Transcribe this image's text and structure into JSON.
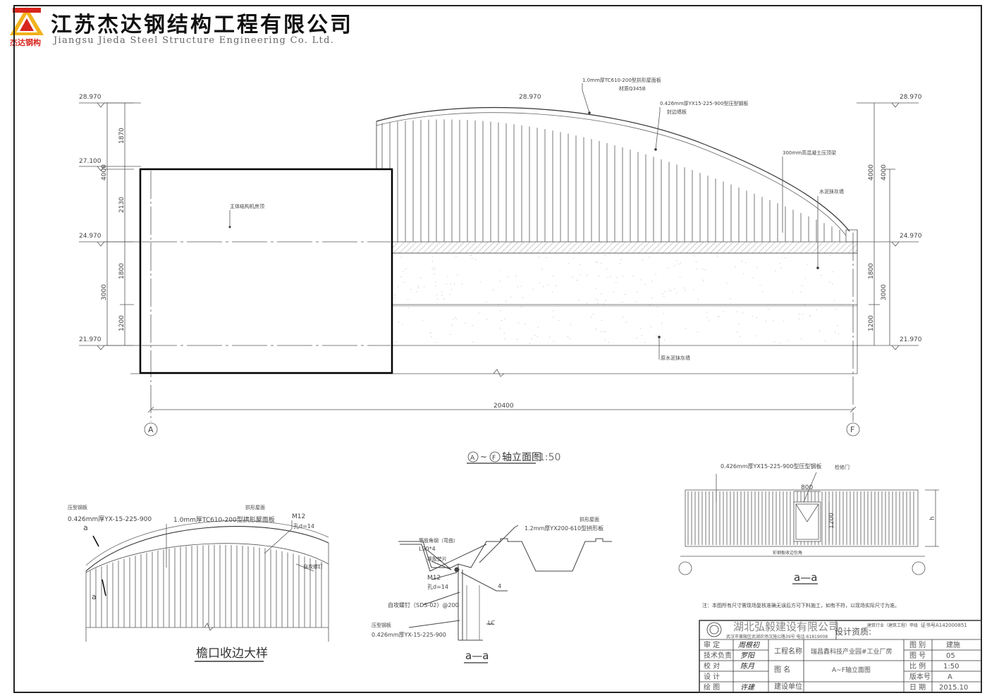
{
  "company": {
    "name_cn": "江苏杰达钢结构工程有限公司",
    "name_en": "Jiangsu Jieda Steel Structure Engineering Co. Ltd.",
    "logo_text": "杰达钢构"
  },
  "elevation": {
    "levels_left": [
      "28.970",
      "27.100",
      "24.970",
      "21.970"
    ],
    "levels_right": [
      "28.970",
      "24.970",
      "21.970"
    ],
    "level_top_center": "28.970",
    "dims_left_outer": [
      "4000",
      "3000"
    ],
    "dims_left_inner": [
      "1870",
      "2130",
      "1800",
      "1200"
    ],
    "dims_right_outer": [
      "4000",
      "3000"
    ],
    "dims_right_inner": [
      "4000",
      "1800",
      "1200"
    ],
    "labels": {
      "roof_panel_1": "1.0mm厚TC610-200型拱形屋面板",
      "roof_panel_2": "材质Q345B",
      "wall_panel_1": "0.426mm厚YX15-225-900型压型钢板",
      "wall_panel_2": "封边墙板",
      "parapet": "300mm高混凝土压顶梁",
      "cement_wall": "水泥抹灰墙",
      "main_roof": "主体结构机房顶",
      "lower_wall": "原水泥抹灰墙"
    },
    "overall_dim": "20400",
    "axis_a": "A",
    "axis_f": "F",
    "title_axis_a": "A",
    "title_axis_f": "F",
    "title_sep": "~",
    "title": "轴立面图",
    "scale": "1:50"
  },
  "eave_detail": {
    "label_steel": "压型钢板",
    "label_steel_spec": "0.426mm厚YX-15-225-900",
    "label_roof": "拱形屋面",
    "label_roof_spec": "1.0mm厚TC610-200型拱形屋面板",
    "label_bolt": "M12",
    "label_bolt_hole": "孔d=14",
    "label_screw": "自攻螺钉",
    "section_a": "a",
    "title": "檐口收边大样"
  },
  "section_detail": {
    "label_angle": "等肢角钢（弯曲）",
    "label_angle_spec": "L90*4",
    "label_pad": "橡胶垫片",
    "label_bolt": "M12",
    "label_hole": "孔d=14",
    "label_roof": "拱形屋面",
    "label_roof_spec": "1.2mm厚YX200-610型拱形板",
    "label_screw": "自攻螺钉（SDS-02）@200",
    "label_steel": "压型钢板",
    "label_steel_spec": "0.426mm厚YX-15-225-900",
    "label_num": "4",
    "label_lc": "LC",
    "title": "a—a"
  },
  "wall_detail": {
    "label_panel": "0.426mm厚YX15-225-900型压型钢板",
    "label_door": "检修门",
    "dim_width": "800",
    "dim_height": "1200",
    "dim_h": "h",
    "label_bottom": "彩钢板收边包角",
    "title": "a—a"
  },
  "note": "注：本图所有尺寸需现场复核准确无误后方可下料施工，如有不符，以现场实际尺寸为准。",
  "title_block": {
    "company": "湖北弘毅建设有限公司",
    "address": "武汉市黄陂区武湖农场汉施公路39号  电话:61819008",
    "cert_label": "设计资质:",
    "cert_grade": "建筑行业（建筑工程）甲级",
    "cert_no": "证书号A142000851",
    "roles": [
      "审    定",
      "技术负责",
      "校    对",
      "设    计",
      "绘    图"
    ],
    "signatures": [
      "周根初",
      "罗阳",
      "陈月",
      "",
      "许建"
    ],
    "field_project": "工程名称",
    "project_name": "瑞昌鑫科技产业园#工业厂房",
    "field_drawing": "图    名",
    "drawing_name": "A~F轴立面图",
    "field_client": "建设单位",
    "client": "",
    "info_labels": [
      "图    别",
      "图    号",
      "比    例",
      "版本号",
      "日    期"
    ],
    "info_values": [
      "建施",
      "05",
      "1:50",
      "A",
      "2015.10"
    ]
  },
  "colors": {
    "line": "#333333",
    "thin": "#777777",
    "logo_red": "#d7261e",
    "logo_yellow": "#f2b21c"
  }
}
